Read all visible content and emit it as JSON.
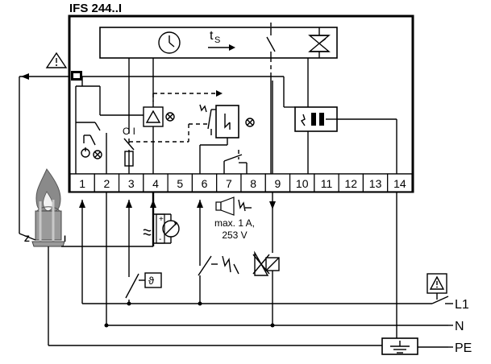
{
  "device": {
    "title": "IFS 244..I",
    "timer_label": "t",
    "timer_subscript": "S",
    "terminals": [
      "1",
      "2",
      "3",
      "4",
      "5",
      "6",
      "7",
      "8",
      "9",
      "10",
      "11",
      "12",
      "13",
      "14"
    ]
  },
  "labels": {
    "relay_rating_line1": "max. 1 A,",
    "relay_rating_line2": "253 V",
    "switch_label": "O I",
    "electrode_z": "Z",
    "electrode_i": "I",
    "meter_plus": "+",
    "meter_minus": "-",
    "mains_l1": "L1",
    "mains_n": "N",
    "mains_pe": "PE"
  },
  "colors": {
    "flame_outer": "#8a8a8a",
    "flame_inner": "#f2f2f2",
    "burner": "#9a9a9a",
    "electrode": "#c8c8c8"
  }
}
